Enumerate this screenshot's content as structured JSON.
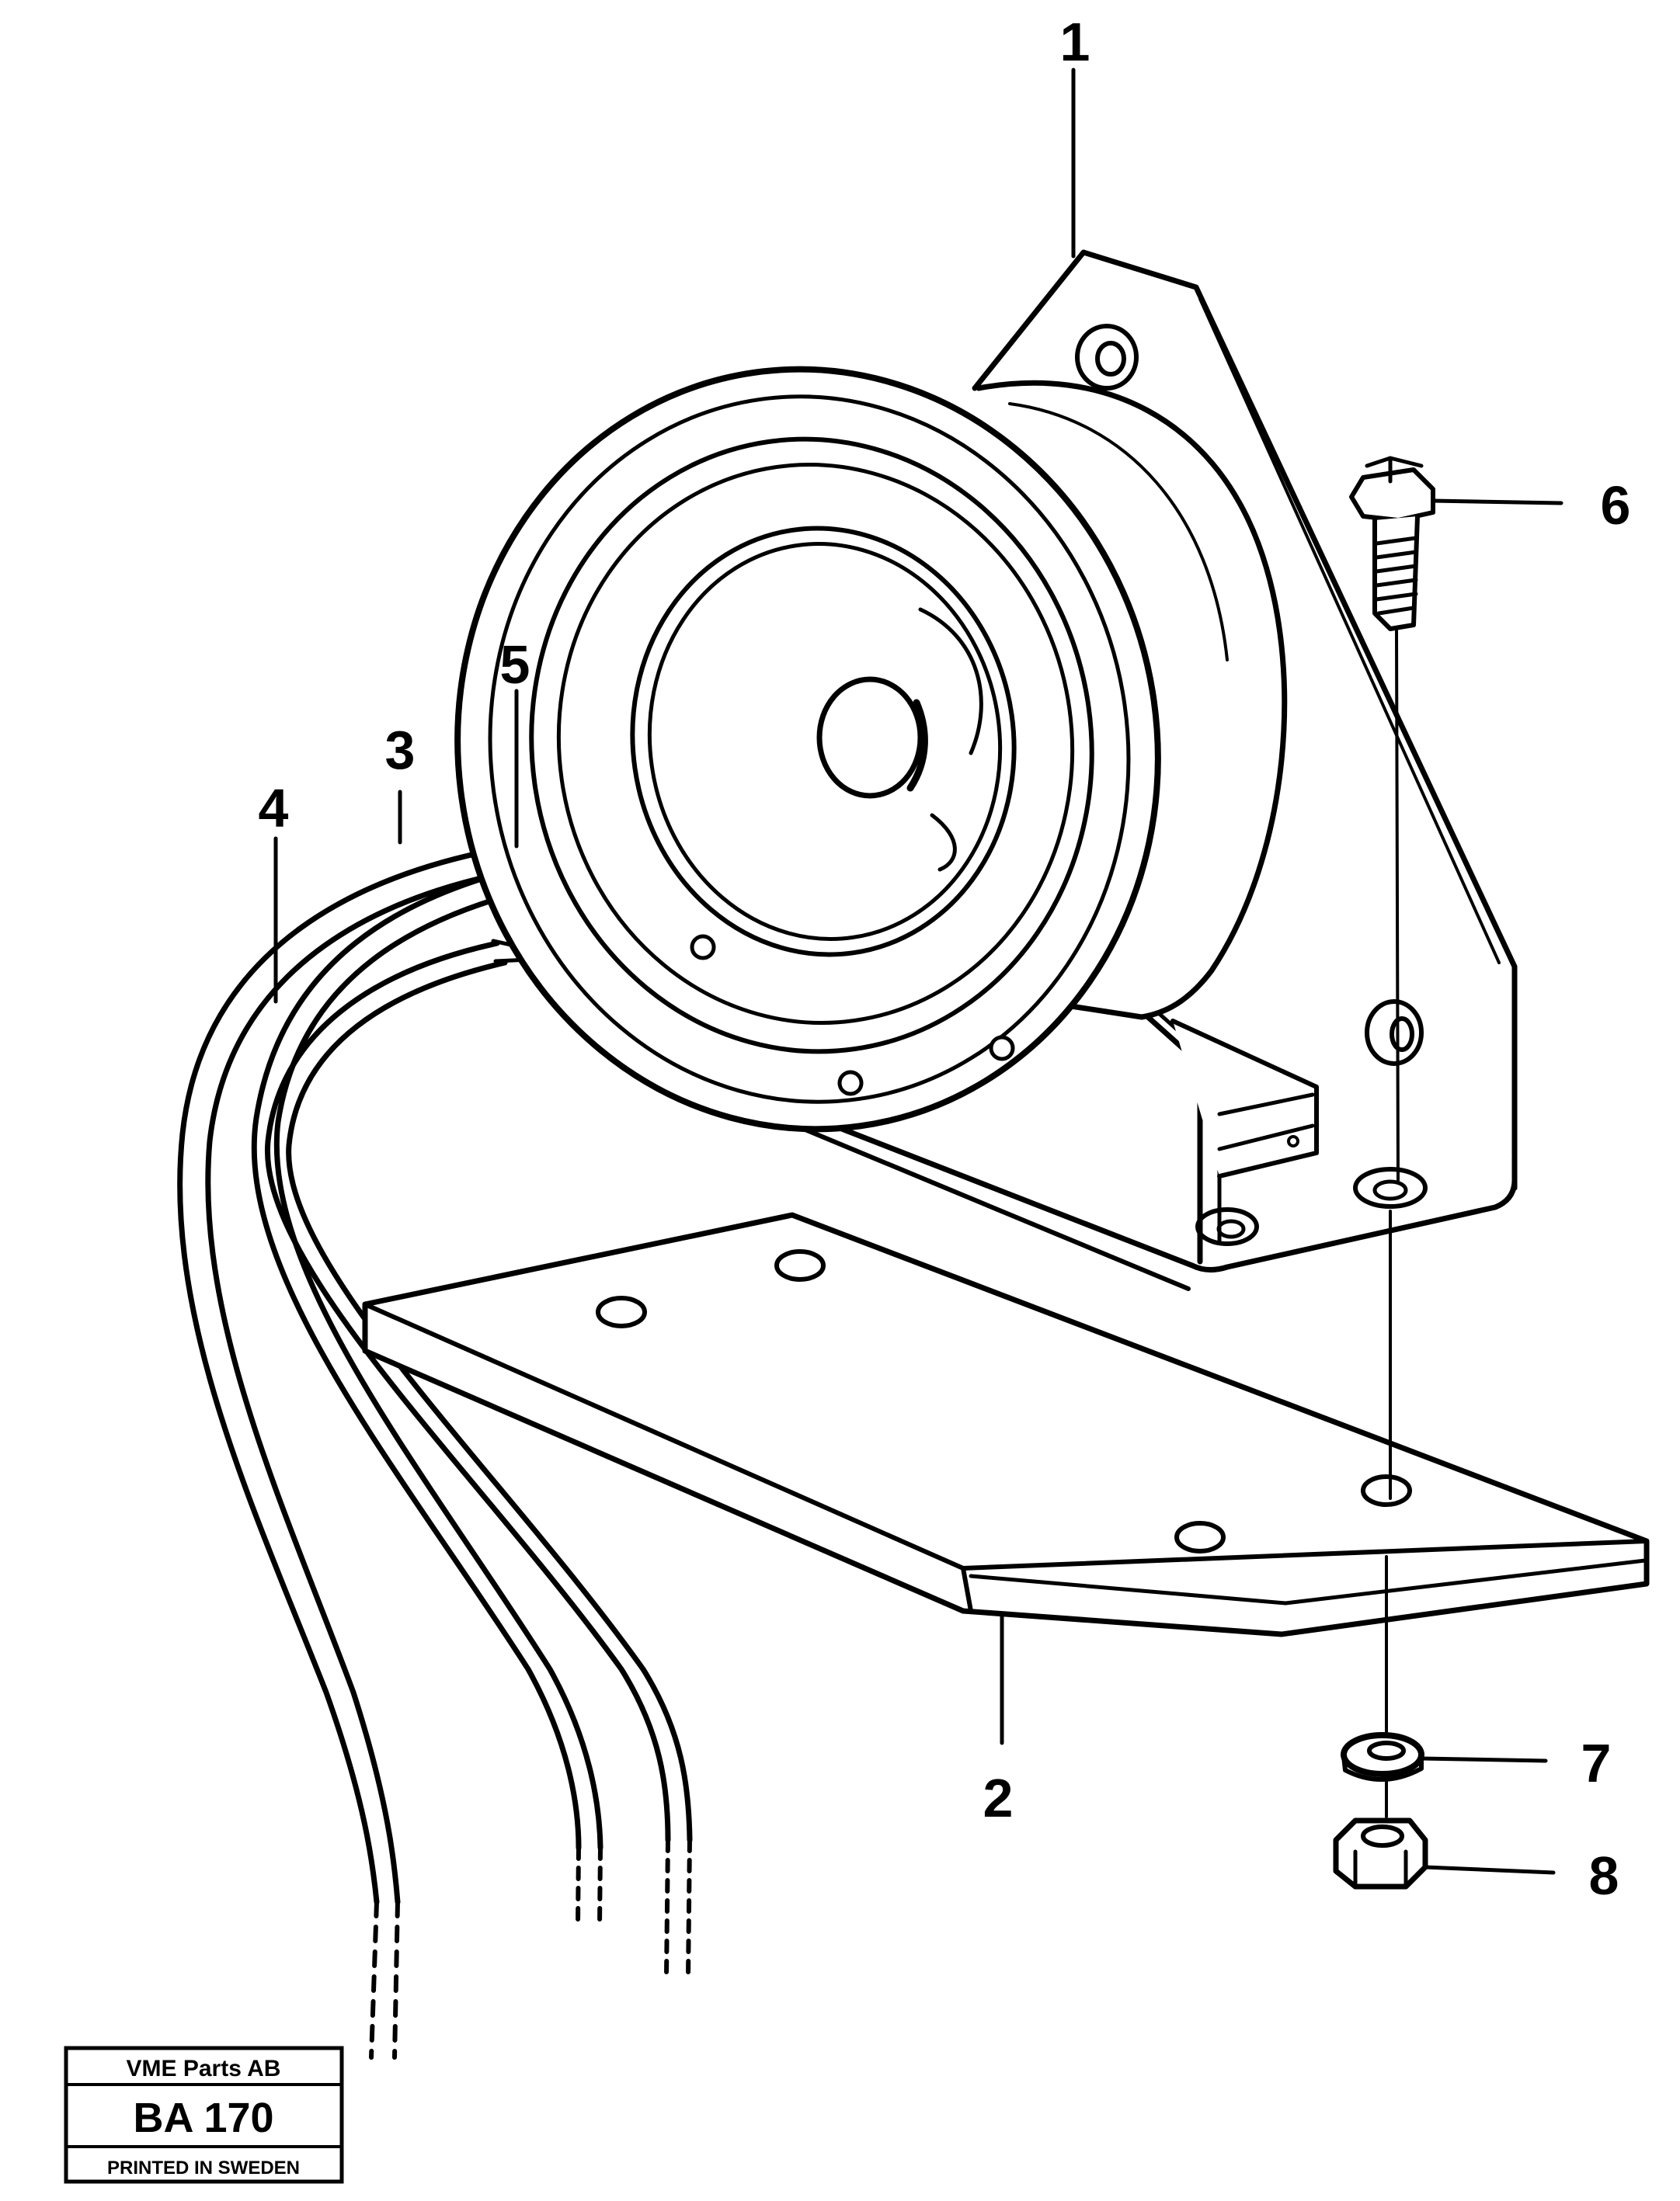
{
  "callouts": [
    {
      "id": "1",
      "label": "1"
    },
    {
      "id": "2",
      "label": "2"
    },
    {
      "id": "3",
      "label": "3"
    },
    {
      "id": "4",
      "label": "4"
    },
    {
      "id": "5",
      "label": "5"
    },
    {
      "id": "6",
      "label": "6"
    },
    {
      "id": "7",
      "label": "7"
    },
    {
      "id": "8",
      "label": "8"
    }
  ],
  "title_block": {
    "company": "VME Parts AB",
    "code": "BA 170",
    "printed": "PRINTED IN SWEDEN"
  },
  "colors": {
    "ink": "#000000",
    "paper": "#ffffff"
  }
}
